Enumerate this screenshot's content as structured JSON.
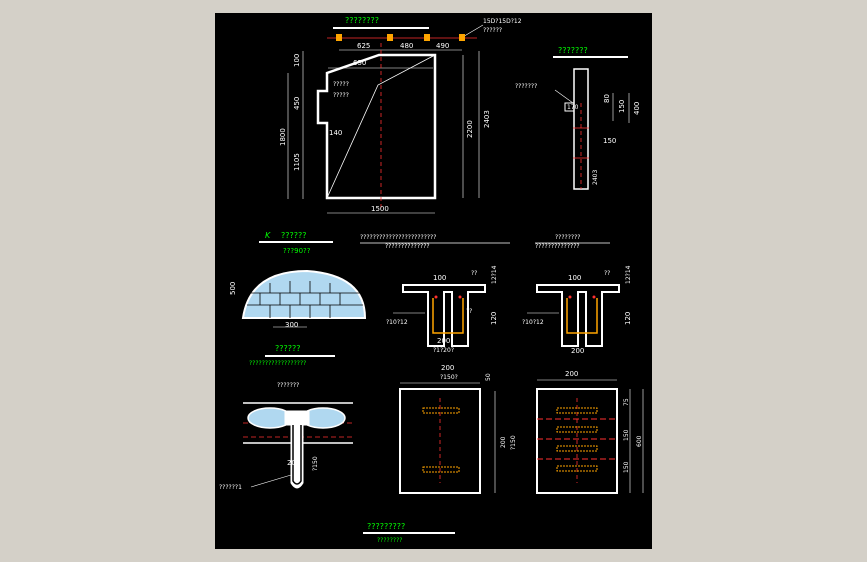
{
  "titles": {
    "main": "????????",
    "main_note_a": "15D?15D?12",
    "main_note_b": "??????",
    "section": "???????",
    "arch_prefix": "K",
    "arch_title": "??????",
    "arch_sub": "???90??",
    "channel_title": "????????????????????????",
    "channel_sub": "??????????????",
    "channel2_title": "????????",
    "channel2_sub": "??????????????",
    "tee_title": "??????",
    "tee_sub": "??????????????????",
    "tee_label": "???????",
    "tee_label2": "??????1",
    "footer_title": "?????????",
    "footer_sub": "????????"
  },
  "wall": {
    "dims_top": [
      "625",
      "480",
      "490"
    ],
    "dim_650": "650",
    "dim_1500": "1500",
    "dim_2200": "2200",
    "dim_2403": "2403",
    "dim_1800": "1800",
    "dim_1105": "1105",
    "dim_450": "450",
    "dim_100": "100",
    "dim_140": "140",
    "note1": "?????",
    "note2": "?????"
  },
  "section": {
    "dim_80": "80",
    "dim_150a": "150",
    "dim_400": "400",
    "dim_150": "150",
    "dim_170": "170",
    "dim_2403": "2403",
    "note": "???????"
  },
  "arch": {
    "dim_500": "500",
    "dim_300": "300"
  },
  "channel1": {
    "dim_100": "100",
    "dim_120": "120",
    "dim_200": "200",
    "dim_12214": "12?14",
    "rebar": "?10?12",
    "label_a": "??",
    "label_b": "??",
    "foot": "?1?20?"
  },
  "channel2": {
    "dim_100": "100",
    "dim_120": "120",
    "dim_200": "200",
    "dim_12214": "12?14",
    "rebar": "?10?12",
    "label_a": "??"
  },
  "tee": {
    "dim_200": "200",
    "dim_150": "?150"
  },
  "plate1": {
    "dim_200": "200",
    "note": "?150?",
    "dim_50": "50",
    "dim_r": "200",
    "dim_r2": "?150"
  },
  "plate2": {
    "dim_200": "200",
    "dim_75": "75",
    "dim_150a": "150",
    "dim_150b": "150",
    "dim_600": "600"
  }
}
